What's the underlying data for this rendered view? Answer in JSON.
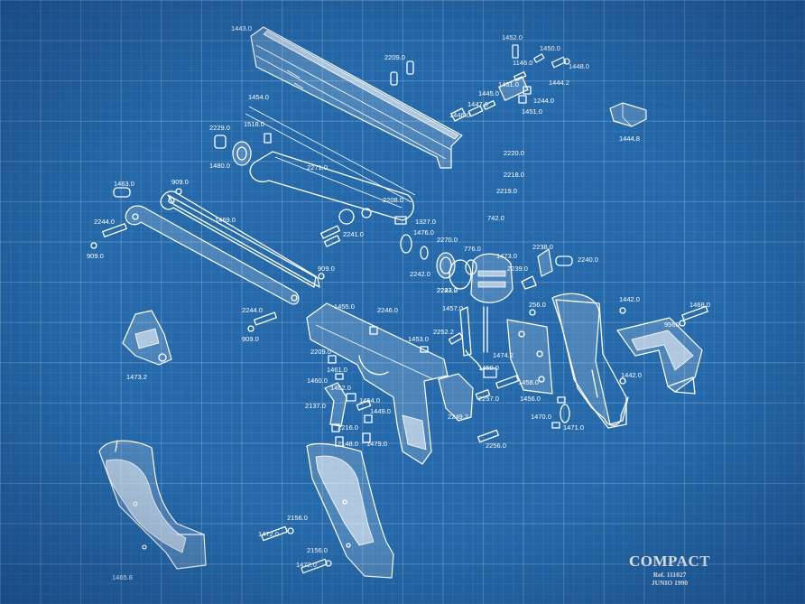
{
  "title_block": {
    "title": "COMPACT",
    "reference": "Ref. 111027",
    "date": "JUNIO 1990"
  },
  "colors": {
    "background": "#2569aa",
    "lines": "#ffffff"
  },
  "part_labels": [
    "1443.0",
    "2209.0",
    "1452.0",
    "1450.0",
    "1146.0",
    "1448.0",
    "1444.2",
    "1445.0",
    "1451.0",
    "1447.0",
    "1244.0",
    "1451.0",
    "1446.0",
    "1444.8",
    "1454.0",
    "2229.0",
    "1518.0",
    "1480.0",
    "2271.0",
    "2220.0",
    "2218.0",
    "2219.0",
    "742.0",
    "1463.0",
    "909.0",
    "1469.0",
    "2244.0",
    "909.0",
    "2208.0",
    "1327.0",
    "1476.0",
    "2270.0",
    "2242.0",
    "2241.0",
    "2242.2",
    "776.0",
    "1473.0",
    "2238.0",
    "2240.0",
    "2239.0",
    "909.0",
    "2223.0",
    "1442.0",
    "1468.0",
    "2244.0",
    "909.0",
    "1455.0",
    "2246.0",
    "1457.0",
    "256.0",
    "9560",
    "1473.2",
    "2209.0",
    "1453.0",
    "2252.2",
    "1474.2",
    "1461.0",
    "1459.0",
    "1460.0",
    "1462.0",
    "1464.0",
    "2137.0",
    "1449.0",
    "2216.0",
    "2148.0",
    "1479.0",
    "2249.2",
    "2257.0",
    "1458.0",
    "1456.0",
    "1442.0",
    "1470.0",
    "1471.0",
    "2256.0",
    "1465.8",
    "1472.0",
    "2156.0",
    "2156.0",
    "1472.0"
  ]
}
